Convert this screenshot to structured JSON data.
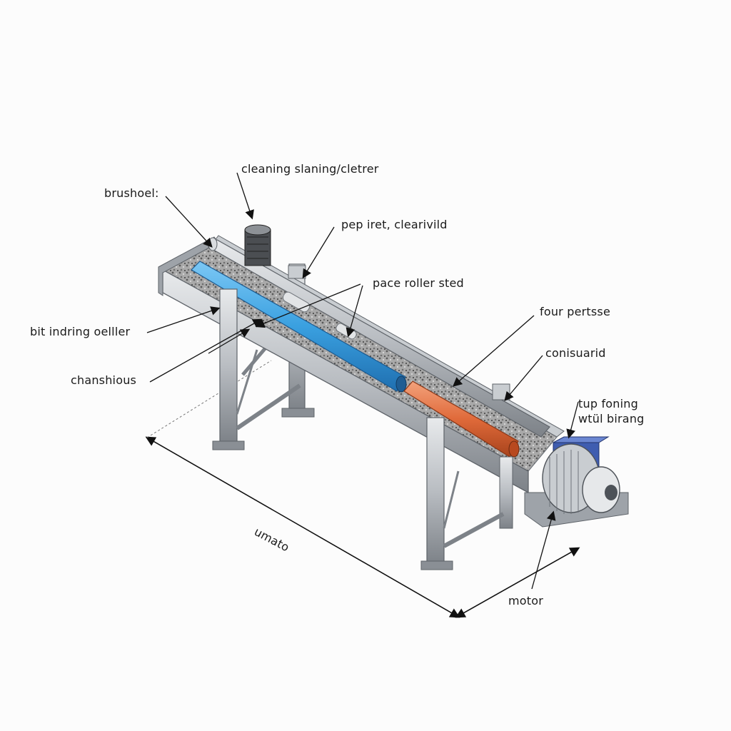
{
  "labels": {
    "cleaning": "cleaning slaning/cletrer",
    "brushoel": "brushoel:",
    "pep_iret": "pep iret, clearivild",
    "pace_roller": "pace roller sted",
    "four_pertsse": "four pertsse",
    "bit_indring": "bit indring oelller",
    "consuarid": "conisuarid",
    "chanshious": "chanshious",
    "tup_foning_line1": "tup foning",
    "tup_foning_line2": "wtül birang",
    "umato": "umato",
    "motor": "motor"
  },
  "colors": {
    "frame": "#b9bdc2",
    "frame_dark": "#6f747a",
    "blue_roller": "#3aa0e0",
    "orange_roller": "#e06a3a",
    "motor_box": "#3f5db0",
    "gravel": "#8a8a8a"
  }
}
